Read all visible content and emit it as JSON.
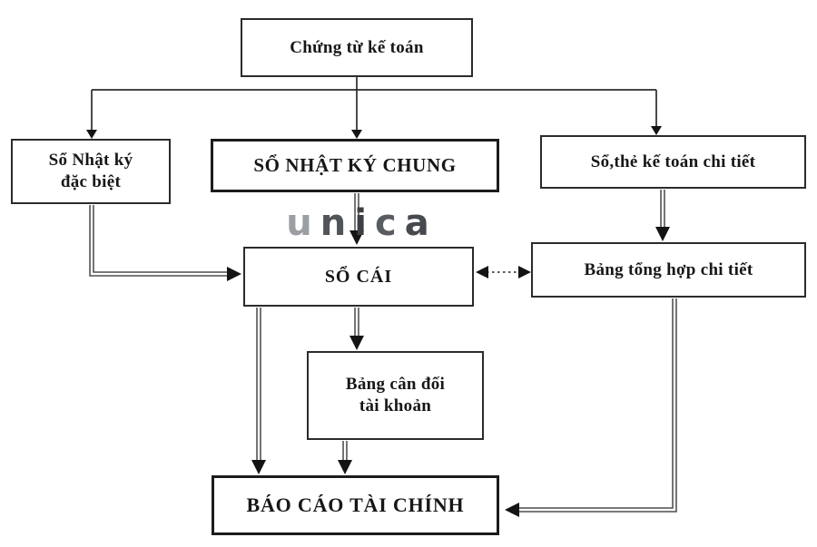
{
  "diagram": {
    "title_hint": "So do trinh tu ghi so ke toan theo hinh thuc Nhat ky chung",
    "boxes": {
      "chung_tu": {
        "label": "Chứng từ kế toán"
      },
      "nhat_ky_dac_biet": {
        "label": "Sổ Nhật ký\nđặc biệt"
      },
      "nhat_ky_chung": {
        "label": "SỔ NHẬT KÝ CHUNG"
      },
      "so_the_chi_tiet": {
        "label": "Sổ,thẻ kế toán chi tiết"
      },
      "so_cai": {
        "label": "SỔ CÁI"
      },
      "bang_tong_hop": {
        "label": "Bảng tổng hợp chi tiết"
      },
      "bang_can_doi": {
        "label": "Bảng cân đối\ntài khoản"
      },
      "bao_cao": {
        "label": "BÁO CÁO TÀI CHÍNH"
      }
    },
    "watermark": {
      "letters": [
        "u",
        "n",
        "i",
        "c",
        "a"
      ],
      "letter_colors": [
        "#9b9ea2",
        "#515459",
        "#3d4043",
        "#595c60",
        "#46494d"
      ]
    },
    "colors": {
      "background": "#ffffff",
      "box_border": "#2b2b2b",
      "text": "#171717",
      "single_line": "#2b2b2b",
      "double_line_outer": "#4d4d4d",
      "arrowhead": "#141414",
      "dotted_line": "#5a5a5a"
    }
  }
}
